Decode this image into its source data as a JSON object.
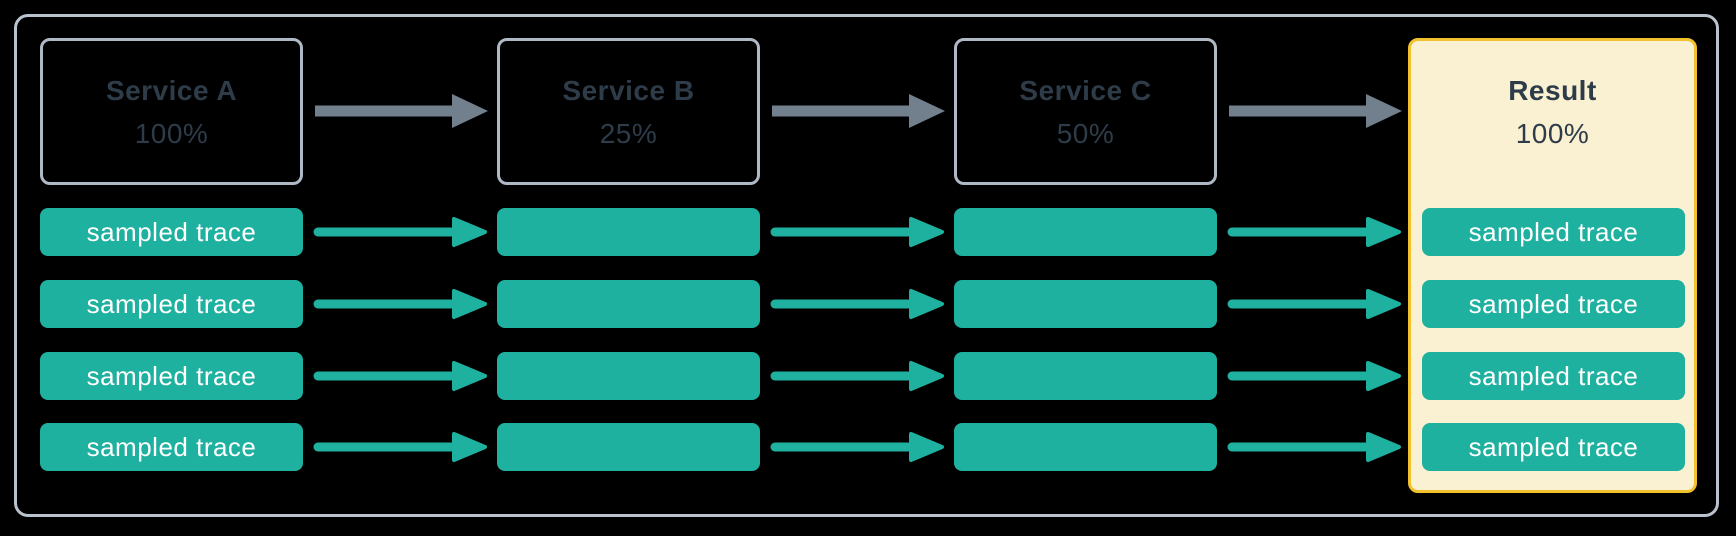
{
  "colors": {
    "background": "#000000",
    "frame_border": "#B9C2CD",
    "node_border": "#AEB9C5",
    "node_text": "#2E3C49",
    "arrow_gray": "#72808E",
    "teal": "#1FB1A0",
    "trace_text": "#FFFFFF",
    "result_bg": "#FAF0D2",
    "result_border": "#F2C12E"
  },
  "nodes": [
    {
      "label": "Service A",
      "rate": "100%"
    },
    {
      "label": "Service B",
      "rate": "25%"
    },
    {
      "label": "Service C",
      "rate": "50%"
    },
    {
      "label": "Result",
      "rate": "100%"
    }
  ],
  "trace_label": "sampled trace",
  "rows_per_column": 4
}
